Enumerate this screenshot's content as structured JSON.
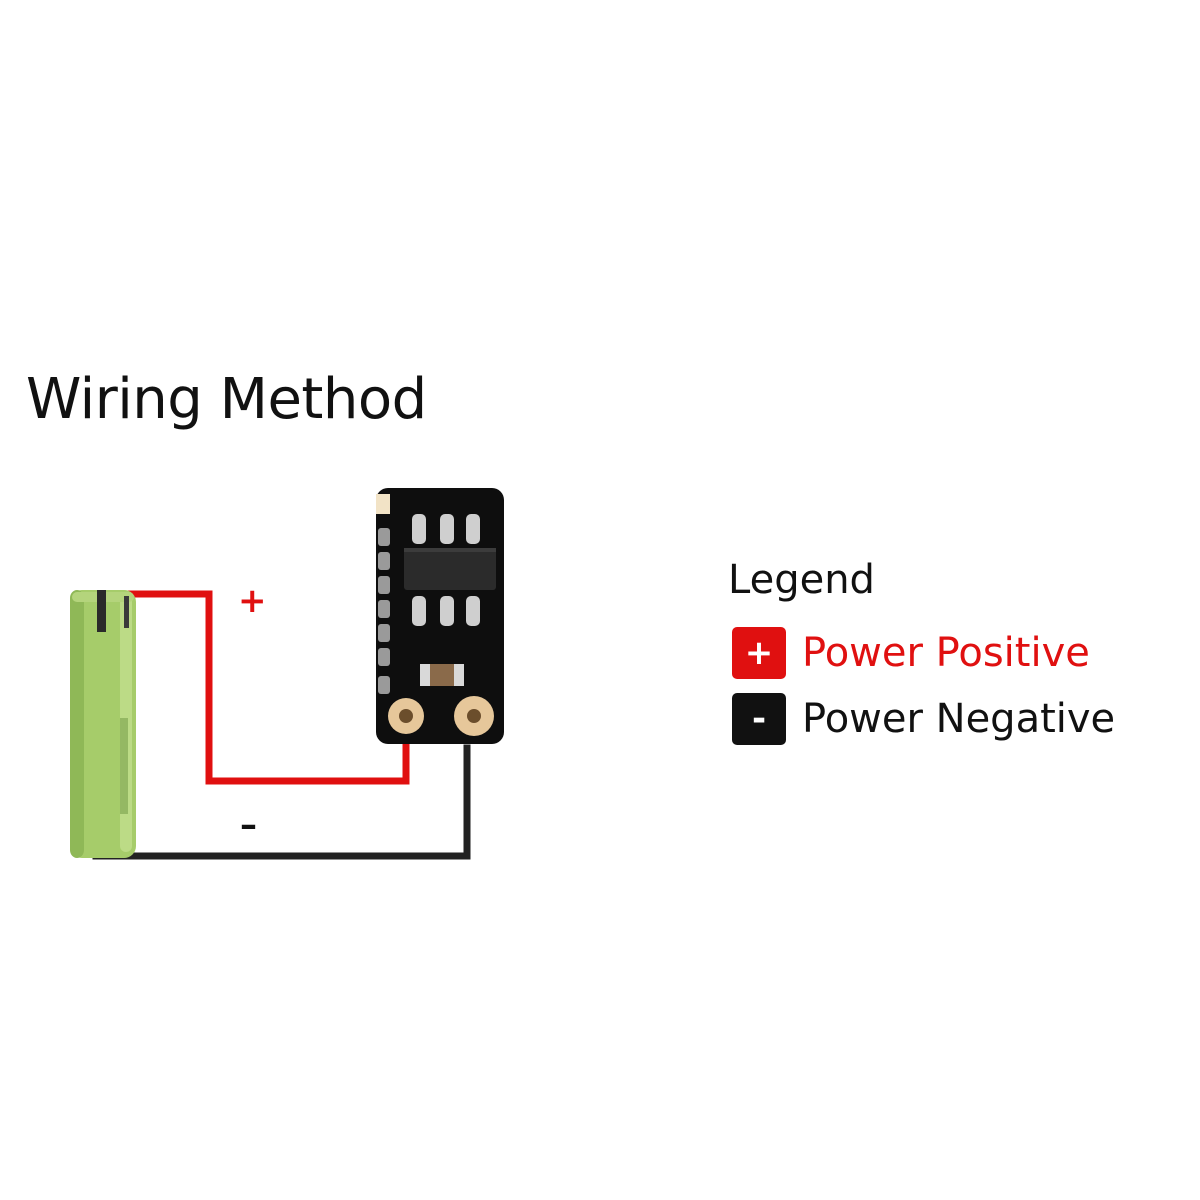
{
  "title": "Wiring Method",
  "wires": {
    "positive_label": "+",
    "negative_label": "–",
    "positive_color": "#e01010",
    "negative_color": "#222222"
  },
  "battery": {
    "color": "#a6cc6a"
  },
  "module": {
    "board_color": "#0e0e0e",
    "pad_color": "#e6c79a"
  },
  "legend": {
    "title": "Legend",
    "items": [
      {
        "symbol": "+",
        "label": "Power Positive",
        "swatch_color": "#e01010",
        "text_color": "#e01010"
      },
      {
        "symbol": "-",
        "label": "Power Negative",
        "swatch_color": "#111111",
        "text_color": "#111111"
      }
    ]
  }
}
